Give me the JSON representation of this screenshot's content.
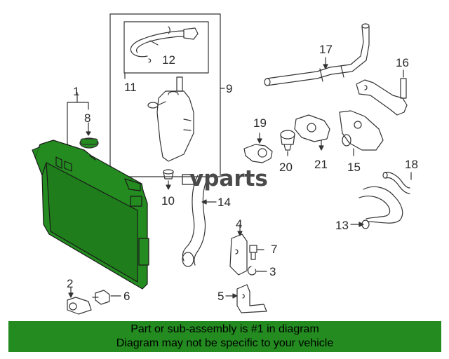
{
  "watermark": {
    "prefix": "v",
    "text": "vparts"
  },
  "callouts": {
    "c1": "1",
    "c2": "2",
    "c3": "3",
    "c4": "4",
    "c5": "5",
    "c6": "6",
    "c7": "7",
    "c8": "8",
    "c9": "9",
    "c10": "10",
    "c11": "11",
    "c12": "12",
    "c13": "13",
    "c14": "14",
    "c15": "15",
    "c16": "16",
    "c17": "17",
    "c18": "18",
    "c19": "19",
    "c20": "20",
    "c21": "21"
  },
  "footer": {
    "line1": "Part or sub-assembly is #1 in diagram",
    "line2": "Diagram may not be specific to your vehicle"
  },
  "colors": {
    "highlight": "#238b1f",
    "line": "#333333"
  }
}
